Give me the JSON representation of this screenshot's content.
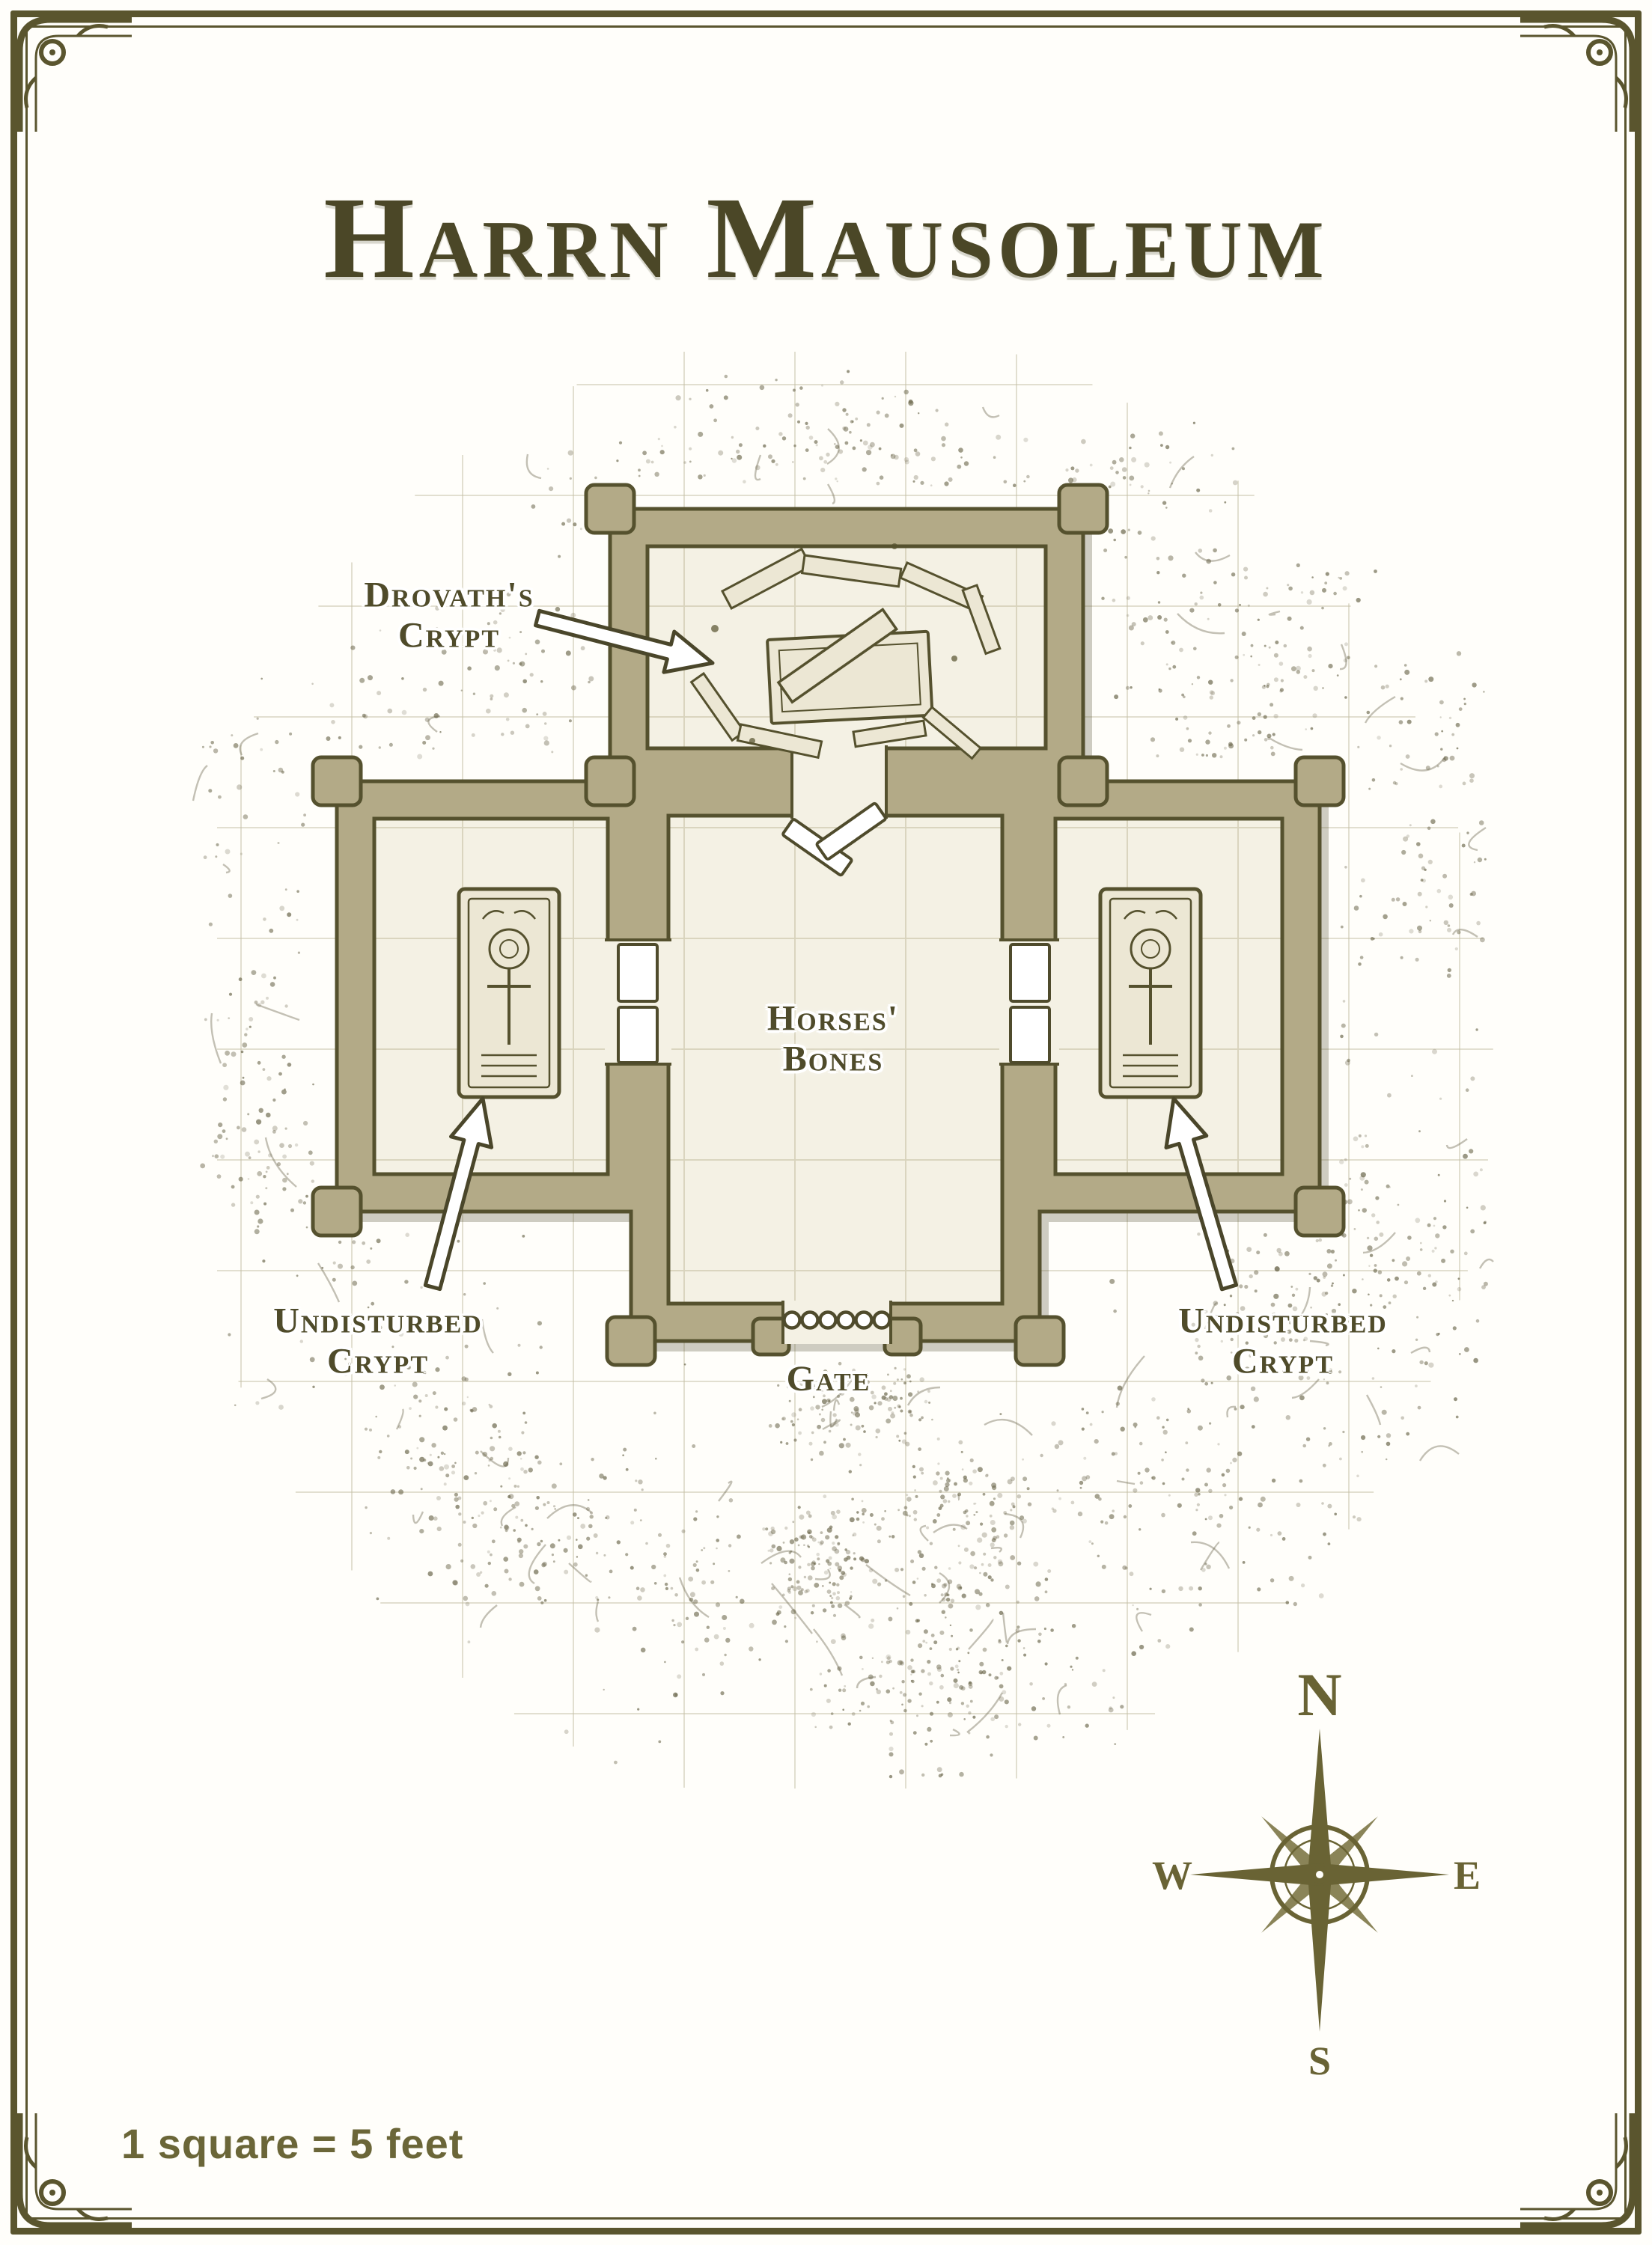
{
  "title": "Harrn Mausoleum",
  "map": {
    "labels": {
      "drovath_crypt": {
        "line1": "Drovath's",
        "line2": "Crypt"
      },
      "horses_bones": {
        "line1": "Horses'",
        "line2": "Bones"
      },
      "undisturbed_crypt_left": {
        "line1": "Undisturbed",
        "line2": "Crypt"
      },
      "undisturbed_crypt_right": {
        "line1": "Undisturbed",
        "line2": "Crypt"
      },
      "gate": "Gate"
    },
    "compass": {
      "north": "N",
      "east": "E",
      "south": "S",
      "west": "W"
    },
    "scale_note": "1 square = 5 feet"
  },
  "colors": {
    "ink": "#55512e",
    "wall": "#b3aa87",
    "floor": "#f4f1e4",
    "frame": "#5a552e",
    "compass": "#696334",
    "paper": "#fffefa"
  }
}
